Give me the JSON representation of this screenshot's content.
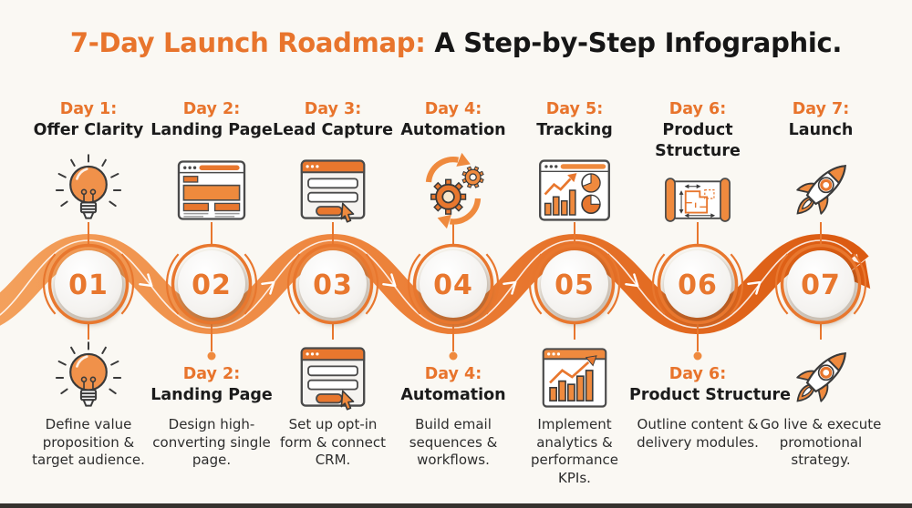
{
  "title": {
    "highlight": "7-Day Launch Roadmap:",
    "rest": " A Step-by-Step Infographic."
  },
  "colors": {
    "accent": "#E8772E",
    "accent_light": "#F4A35F",
    "accent_deep": "#DB5A10",
    "text_dark": "#161616",
    "background": "#FAF8F3",
    "bottom_bar": "#35322E"
  },
  "steps": [
    {
      "number": "01",
      "day": "Day 1:",
      "name": "Offer Clarity",
      "icon": "lightbulb",
      "below": {
        "type": "icon",
        "icon": "lightbulb"
      },
      "description": "Define value proposition & target audience."
    },
    {
      "number": "02",
      "day": "Day 2:",
      "name": "Landing Page",
      "icon": "browser",
      "below": {
        "type": "label",
        "day": "Day 2:",
        "name": "Landing Page"
      },
      "description": "Design high-converting single page."
    },
    {
      "number": "03",
      "day": "Day 3:",
      "name": "Lead Capture",
      "icon": "optin",
      "below": {
        "type": "icon",
        "icon": "optin"
      },
      "description": "Set up opt-in form & connect CRM."
    },
    {
      "number": "04",
      "day": "Day 4:",
      "name": "Automation",
      "icon": "gears",
      "below": {
        "type": "label",
        "day": "Day 4:",
        "name": "Automation"
      },
      "description": "Build email sequences & workflows."
    },
    {
      "number": "05",
      "day": "Day 5:",
      "name": "Tracking",
      "icon": "dashboard",
      "below": {
        "type": "icon",
        "icon": "analytics"
      },
      "description": "Implement analytics & performance KPIs."
    },
    {
      "number": "06",
      "day": "Day 6:",
      "name": "Product\nStructure",
      "icon": "blueprint",
      "below": {
        "type": "label",
        "day": "Day 6:",
        "name": "Product Structure"
      },
      "description": "Outline content & delivery modules."
    },
    {
      "number": "07",
      "day": "Day 7:",
      "name": "Launch",
      "icon": "rocket",
      "below": {
        "type": "icon",
        "icon": "rocket"
      },
      "description": "Go live & execute promotional strategy."
    }
  ]
}
